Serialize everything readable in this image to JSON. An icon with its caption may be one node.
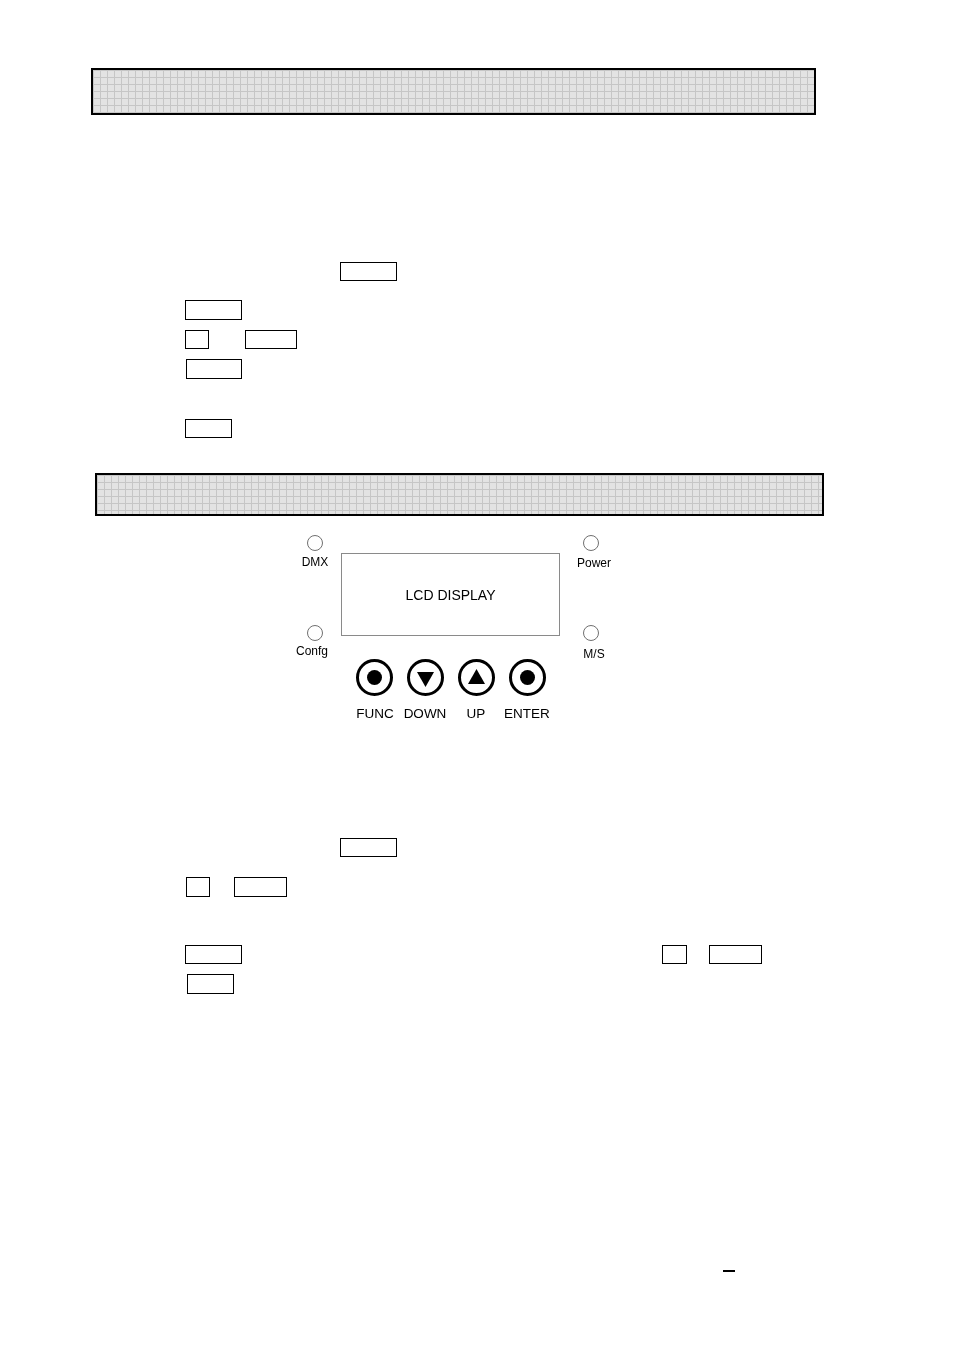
{
  "diagram": {
    "nodes": [
      {
        "text": [],
        "shape": "bar"
      },
      {
        "text": [],
        "shape": "box"
      },
      {
        "text": [],
        "shape": "box"
      },
      {
        "text": [],
        "shape": "box"
      },
      {
        "text": [],
        "shape": "box"
      },
      {
        "text": [],
        "shape": "box"
      },
      {
        "text": [],
        "shape": "box"
      },
      {
        "text": [],
        "shape": "bar"
      },
      {
        "text": [],
        "shape": "circle",
        "beside": [
          "DMX"
        ]
      },
      {
        "text": [
          "LCD DISPLAY"
        ]
      },
      {
        "text": [],
        "shape": "circle",
        "beside": [
          "Power"
        ]
      },
      {
        "text": [],
        "shape": "circle",
        "beside": [
          "Confg"
        ]
      },
      {
        "text": [],
        "shape": "circle",
        "beside": [
          "M/S"
        ]
      },
      {
        "text": [],
        "shape": "circle",
        "beside": [
          "FUNC"
        ]
      },
      {
        "text": [],
        "shape": "circle",
        "beside": [
          "DOWN"
        ]
      },
      {
        "text": [],
        "shape": "circle",
        "beside": [
          "UP"
        ]
      },
      {
        "text": [],
        "shape": "circle",
        "beside": [
          "ENTER"
        ]
      },
      {
        "text": [],
        "shape": "box"
      },
      {
        "text": [],
        "shape": "box"
      },
      {
        "text": [],
        "shape": "box"
      },
      {
        "text": [],
        "shape": "box"
      },
      {
        "text": [],
        "shape": "box"
      },
      {
        "text": [],
        "shape": "box"
      },
      {
        "text": [],
        "shape": "box"
      }
    ]
  }
}
